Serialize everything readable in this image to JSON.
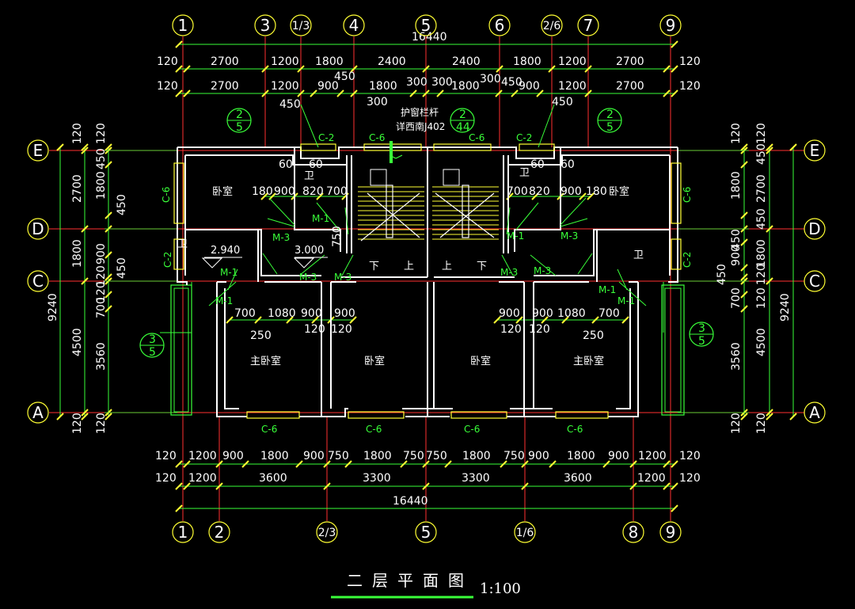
{
  "drawing": {
    "title": "二层平面图",
    "scale": "1:100",
    "colors": {
      "background": "#000000",
      "wall": "#ffffff",
      "axis": "#ff3030",
      "dim": "#39ff39",
      "bubble": "#ffff33",
      "window": "#ffff33",
      "text": "#ffffff"
    }
  },
  "axes_top": [
    "1",
    "3",
    "1/3",
    "4",
    "5",
    "6",
    "2/6",
    "7",
    "9"
  ],
  "axes_bottom": [
    "1",
    "2",
    "2/3",
    "5",
    "1/6",
    "8",
    "9"
  ],
  "axes_left": [
    "E",
    "D",
    "C",
    "A"
  ],
  "axes_right": [
    "E",
    "D",
    "C",
    "A"
  ],
  "dims_top": {
    "overall": "16440",
    "row1": [
      "120",
      "2700",
      "1200",
      "1800",
      "2400",
      "2400",
      "1800",
      "1200",
      "2700",
      "120"
    ],
    "row2": [
      "120",
      "2700",
      "1200",
      "900",
      "450",
      "1800",
      "300",
      "300",
      "1800",
      "300",
      "450",
      "900",
      "1200",
      "2700",
      "120"
    ],
    "row2_extra": [
      "450",
      "300",
      "450"
    ]
  },
  "dims_bottom": {
    "row1": [
      "120",
      "1200",
      "900",
      "1800",
      "900",
      "750",
      "1800",
      "750",
      "750",
      "1800",
      "750",
      "900",
      "1800",
      "900",
      "1200",
      "120"
    ],
    "row2": [
      "120",
      "1200",
      "3600",
      "3300",
      "3300",
      "3600",
      "1200",
      "120"
    ],
    "overall": "16440"
  },
  "dims_left": {
    "overall": "9240",
    "outer": [
      "120",
      "2700",
      "1800",
      "4500",
      "120"
    ],
    "inner": [
      "120",
      "450",
      "1800",
      "450",
      "900",
      "120",
      "450",
      "120",
      "700",
      "3560",
      "120"
    ]
  },
  "dims_right": {
    "overall": "9240",
    "outer": [
      "120",
      "2700",
      "1800",
      "4500",
      "120"
    ],
    "inner": [
      "120",
      "450",
      "1800",
      "450",
      "450",
      "900",
      "120",
      "450",
      "700",
      "120",
      "3560",
      "120"
    ]
  },
  "interior_dims": {
    "left_upper": [
      "60",
      "60",
      "180",
      "900",
      "820",
      "700"
    ],
    "right_upper": [
      "60",
      "60",
      "700",
      "820",
      "900",
      "180"
    ],
    "left_mid": [
      "700",
      "1080",
      "900",
      "900",
      "250",
      "120",
      "120"
    ],
    "right_mid": [
      "900",
      "900",
      "1080",
      "700",
      "250",
      "120",
      "120"
    ],
    "stair_v": "750"
  },
  "rooms": [
    {
      "label": "卧室"
    },
    {
      "label": "卫"
    },
    {
      "label": "卫"
    },
    {
      "label": "卧室"
    },
    {
      "label": "卫"
    },
    {
      "label": "卫"
    },
    {
      "label": "主卧室"
    },
    {
      "label": "卧室"
    },
    {
      "label": "卧室"
    },
    {
      "label": "主卧室"
    }
  ],
  "stairs": {
    "left_down": "下",
    "left_up": "上",
    "right_up": "上",
    "right_down": "下"
  },
  "windows": {
    "top": [
      "C-2",
      "C-6",
      "C-6",
      "C-2"
    ],
    "side": [
      "C-6",
      "C-2",
      "C-6",
      "C-2"
    ],
    "bottom": [
      "C-6",
      "C-6",
      "C-6",
      "C-6"
    ]
  },
  "doors": {
    "left": [
      "M-1",
      "M-3",
      "M-1",
      "M-1",
      "M-3",
      "M-3"
    ],
    "right": [
      "M-1",
      "M-3",
      "M-3",
      "M-3",
      "M-1",
      "M-1"
    ]
  },
  "levels": [
    "2.940",
    "3.000"
  ],
  "notes": {
    "rail": "护窗栏杆",
    "ref": "详西南J402"
  },
  "details": [
    {
      "num": "2",
      "sheet": "5"
    },
    {
      "num": "2",
      "sheet": "44"
    },
    {
      "num": "2",
      "sheet": "5"
    },
    {
      "num": "3",
      "sheet": "5"
    },
    {
      "num": "3",
      "sheet": "5"
    }
  ]
}
